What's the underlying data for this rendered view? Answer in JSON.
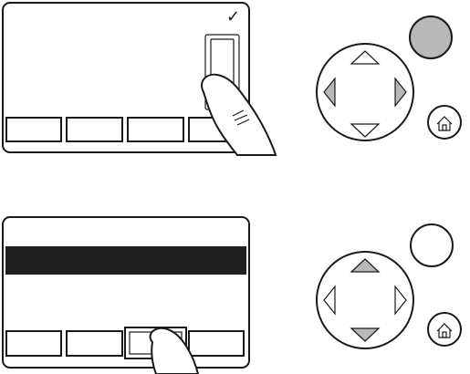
{
  "diagram": {
    "step_1": {
      "screen": {
        "check_glyph": "✓",
        "checkmark_visible": true,
        "highlighted_control": "right-edge-tall-button"
      },
      "controller": {
        "top_round_button_state": "filled-gray",
        "dpad_highlight": [
          "left",
          "right"
        ],
        "home_icon": "home-icon"
      }
    },
    "step_2": {
      "screen": {
        "highlighted_row": "black-selection-bar",
        "pressed_softkey_index": 3
      },
      "controller": {
        "top_round_button_state": "empty",
        "dpad_highlight": [
          "up",
          "down"
        ],
        "home_icon": "home-icon"
      }
    },
    "colors": {
      "outline": "#1a1a1a",
      "button_fill": "#b8b8b8",
      "selection_bar": "#1f1f1f",
      "background": "#ffffff"
    },
    "icons": [
      "checkmark-icon",
      "finger-hand-icon",
      "home-icon",
      "dpad-arrow-icon"
    ]
  }
}
